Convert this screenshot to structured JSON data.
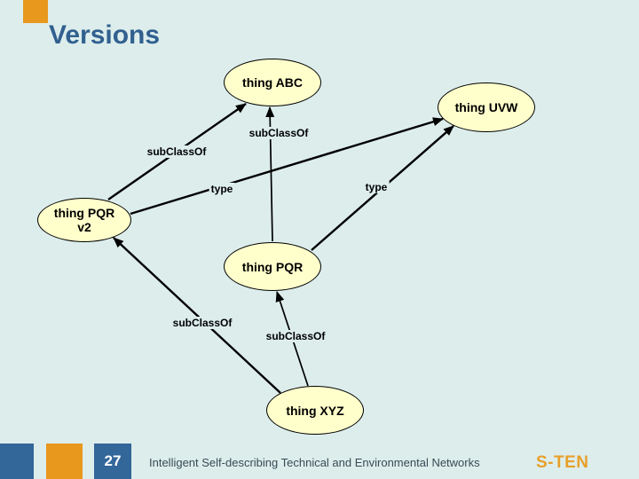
{
  "slide": {
    "title": "Versions",
    "page_number": "27",
    "footer_text": "Intelligent Self-describing Technical and Environmental Networks",
    "logo_text": "S-TEN"
  },
  "colors": {
    "background": "#dcedec",
    "node_fill": "#ffffcc",
    "node_border": "#000000",
    "title_blue": "#31608f",
    "accent_orange": "#e8981d",
    "footer_square_blue": "#336699",
    "page_number_text": "#ffffff",
    "footer_text_color": "#3a4a55",
    "logo_orange": "#e8a02a",
    "edge_color": "#000000"
  },
  "diagram": {
    "nodes": [
      {
        "id": "thing-abc",
        "label": "thing ABC"
      },
      {
        "id": "thing-uvw",
        "label": "thing UVW"
      },
      {
        "id": "thing-pqr-v2",
        "label": "thing PQR",
        "label_line2": "v2"
      },
      {
        "id": "thing-pqr",
        "label": "thing PQR"
      },
      {
        "id": "thing-xyz",
        "label": "thing XYZ"
      }
    ],
    "edges": [
      {
        "from": "thing PQR v2",
        "to": "thing ABC",
        "label": "subClassOf"
      },
      {
        "from": "thing PQR",
        "to": "thing ABC",
        "label": "subClassOf"
      },
      {
        "from": "thing PQR v2",
        "to": "thing UVW",
        "label": "type"
      },
      {
        "from": "thing PQR",
        "to": "thing UVW",
        "label": "type"
      },
      {
        "from": "thing XYZ",
        "to": "thing PQR v2",
        "label": "subClassOf"
      },
      {
        "from": "thing XYZ",
        "to": "thing PQR",
        "label": "subClassOf"
      }
    ]
  }
}
